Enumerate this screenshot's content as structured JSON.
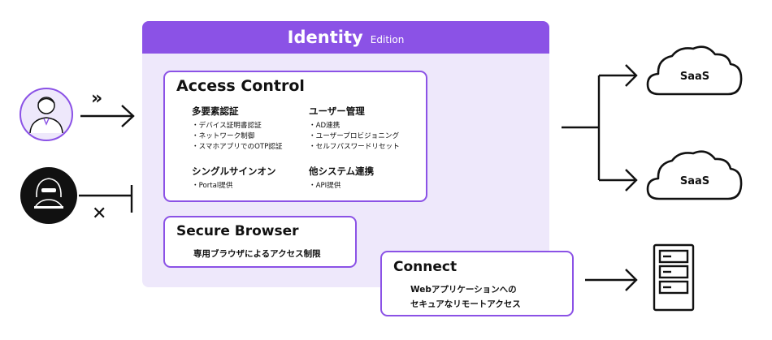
{
  "identity": {
    "title": "Identity",
    "subtitle": "Edition",
    "header_color": "#8b52e6",
    "panel_color": "#eee8fb"
  },
  "access_control": {
    "title": "Access Control",
    "columns": [
      {
        "sections": [
          {
            "heading": "多要素認証",
            "items": [
              "・デバイス証明書認証",
              "・ネットワーク制御",
              "・スマホアプリでのOTP認証"
            ]
          },
          {
            "heading": "シングルサインオン",
            "items": [
              "・Portal提供"
            ]
          }
        ]
      },
      {
        "sections": [
          {
            "heading": "ユーザー管理",
            "items": [
              "・AD連携",
              "・ユーザープロビジョニング",
              "・セルフパスワードリセット"
            ]
          },
          {
            "heading": "他システム連携",
            "items": [
              "・API提供"
            ]
          }
        ]
      }
    ]
  },
  "secure_browser": {
    "title": "Secure Browser",
    "description": "専用ブラウザによるアクセス制限"
  },
  "connect": {
    "title": "Connect",
    "description_line1": "Webアプリケーションへの",
    "description_line2": "セキュアなリモートアクセス"
  },
  "user": {
    "allowed_mark": "»",
    "blocked_mark": "✕"
  },
  "saas": [
    {
      "label": "SaaS"
    },
    {
      "label": "SaaS"
    }
  ]
}
